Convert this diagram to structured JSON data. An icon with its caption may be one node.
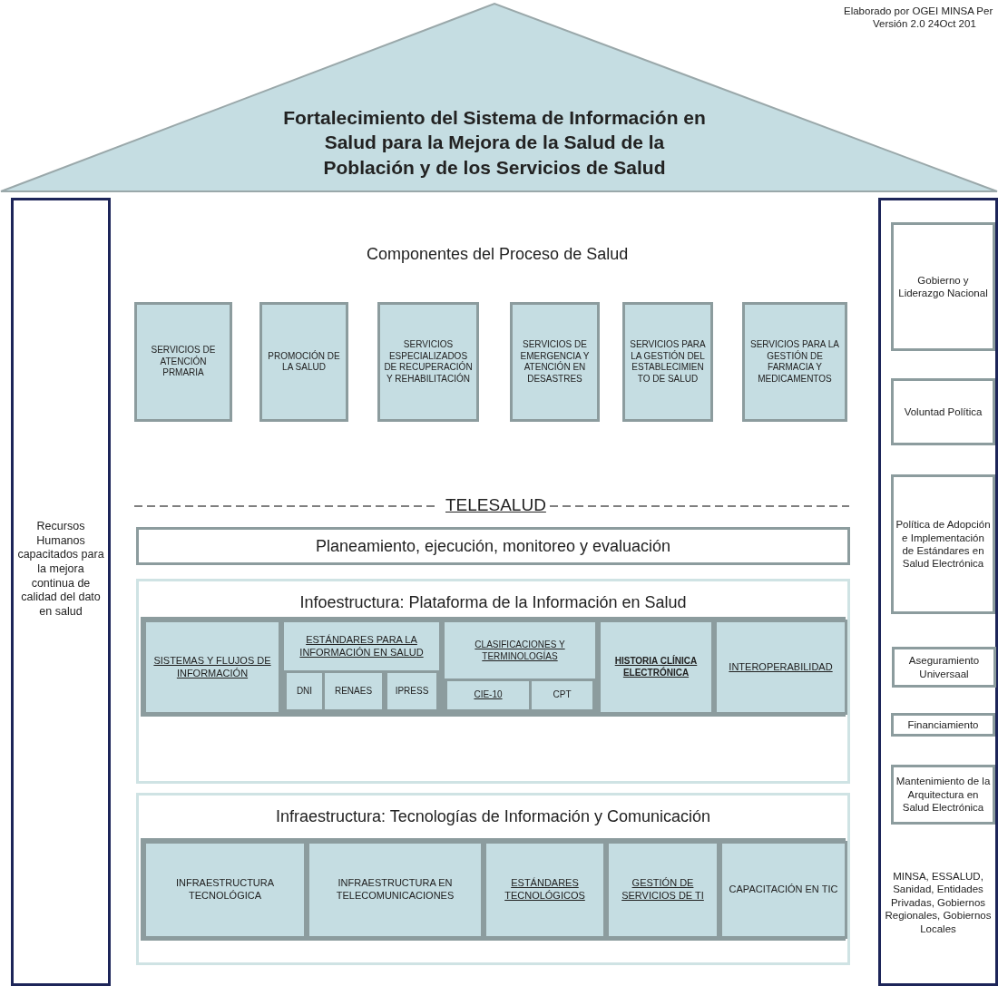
{
  "diagram": {
    "nodes": [
      {
        "text": [
          "Fortalecimiento del Sistema de Información en Salud para la Mejora de la Salud de la Población y de los Servicios de Salud"
        ]
      },
      {
        "text": [
          "Recursos Humanos capacitados para la mejora continua de calidad del dato en salud"
        ]
      },
      {
        "text": [
          "MINSA, ESSALUD, Sanidad, Entidades Privadas, Gobiernos Regionales, Gobiernos Locales"
        ]
      },
      {
        "text": [
          "Gobierno y Liderazgo Nacional"
        ],
        "in": 2
      },
      {
        "text": [
          "Voluntad Política"
        ],
        "in": 2
      },
      {
        "text": [
          "Política de Adopción e Implementación de Estándares en Salud Electrónica"
        ],
        "in": 2
      },
      {
        "text": [
          "Aseguramiento Universaal"
        ],
        "in": 2
      },
      {
        "text": [
          "Financiamiento"
        ],
        "in": 2
      },
      {
        "text": [
          "Mantenimiento de la Arquitectura en Salud Electrónica"
        ],
        "in": 2
      },
      {
        "text": [
          "SERVICIOS DE ATENCIÓN PRMARIA"
        ]
      },
      {
        "text": [
          "PROMOCIÓN DE LA SALUD"
        ]
      },
      {
        "text": [
          "SERVICIOS ESPECIALIZADOS DE RECUPERACIÓN Y REHABILITACIÓN"
        ]
      },
      {
        "text": [
          "SERVICIOS DE EMERGENCIA Y ATENCIÓN EN DESASTRES"
        ]
      },
      {
        "text": [
          "SERVICIOS PARA LA GESTIÓN DEL ESTABLECIMIEN TO DE SALUD"
        ]
      },
      {
        "text": [
          "SERVICIOS PARA LA GESTIÓN DE FARMACIA Y MEDICAMENTOS"
        ]
      },
      {
        "text": [
          "Planeamiento, ejecución, monitoreo y evaluación"
        ]
      },
      {
        "text": [
          "Infoestructura: Plataforma de la Información en Salud"
        ]
      },
      {
        "text": [
          "SISTEMAS Y FLUJOS DE INFORMACIÓN"
        ],
        "in": 16
      },
      {
        "text": [
          "ESTÁNDARES PARA LA INFORMACIÓN EN SALUD"
        ],
        "in": 16
      },
      {
        "text": [
          "DNI"
        ],
        "in": 18
      },
      {
        "text": [
          "RENAES"
        ],
        "in": 18
      },
      {
        "text": [
          "IPRESS"
        ],
        "in": 18
      },
      {
        "text": [
          "CLASIFICACIONES Y TERMINOLOGÍAS"
        ],
        "in": 16
      },
      {
        "text": [
          "CIE-10"
        ],
        "in": 22
      },
      {
        "text": [
          "CPT"
        ],
        "in": 22
      },
      {
        "text": [
          "HISTORIA CLÍNICA ELECTRÓNICA"
        ],
        "in": 16
      },
      {
        "text": [
          "INTEROPERABILIDAD"
        ],
        "in": 16
      },
      {
        "text": [
          "Infraestructura: Tecnologías de Información y Comunicación"
        ]
      },
      {
        "text": [
          "INFRAESTRUCTURA TECNOLÓGICA"
        ],
        "in": 27
      },
      {
        "text": [
          "INFRAESTRUCTURA EN TELECOMUNICACIONES"
        ],
        "in": 27
      },
      {
        "text": [
          "ESTÁNDARES TECNOLÓGICOS"
        ],
        "in": 27
      },
      {
        "text": [
          "GESTIÓN DE SERVICIOS DE TI"
        ],
        "in": 27
      },
      {
        "text": [
          "CAPACITACIÓN EN TIC"
        ],
        "in": 27
      }
    ],
    "labels": [
      "Elaborado por  OGEI MINSA Per",
      "Versión 2.0 24Oct 201",
      "Componentes del Proceso de Salud",
      "TELESALUD"
    ]
  }
}
